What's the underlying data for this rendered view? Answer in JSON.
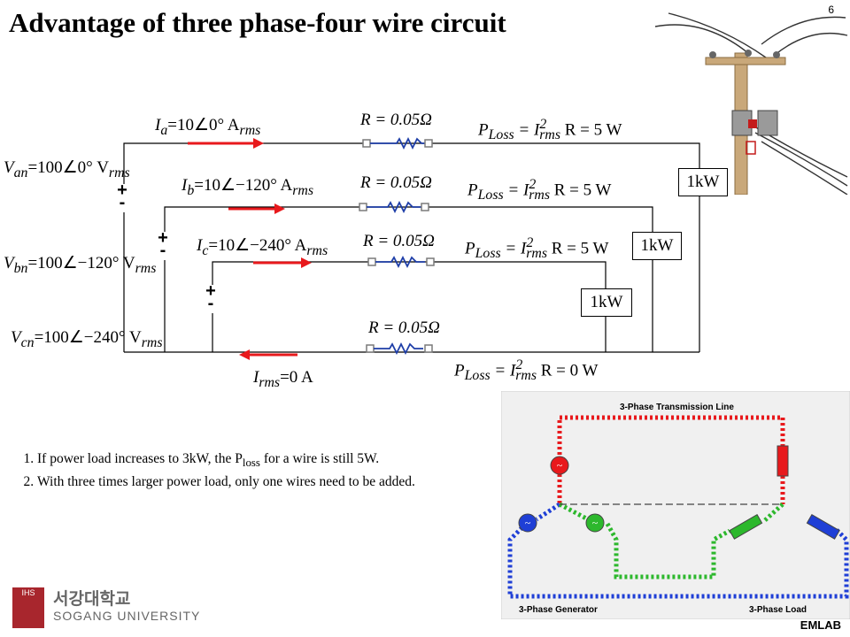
{
  "slide": {
    "title": "Advantage of three phase-four wire circuit",
    "page_number": "6",
    "lab": "EMLAB"
  },
  "circuit": {
    "sources": [
      {
        "label": "V_an = 100∠0° V_rms",
        "base": "V",
        "sub": "an",
        "value": "=100∠0° V",
        "unit_sub": "rms",
        "plus": "+",
        "minus": "-"
      },
      {
        "label": "V_bn = 100∠−120° V_rms",
        "base": "V",
        "sub": "bn",
        "value": "=100∠−120° V",
        "unit_sub": "rms",
        "plus": "+",
        "minus": "-"
      },
      {
        "label": "V_cn = 100∠−240° V_rms",
        "base": "V",
        "sub": "cn",
        "value": "=100∠−240° V",
        "unit_sub": "rms",
        "plus": "+",
        "minus": "-"
      }
    ],
    "currents": [
      {
        "base": "I",
        "sub": "a",
        "value": "=10∠0° A",
        "unit_sub": "rms"
      },
      {
        "base": "I",
        "sub": "b",
        "value": "=10∠−120° A",
        "unit_sub": "rms"
      },
      {
        "base": "I",
        "sub": "c",
        "value": "=10∠−240° A",
        "unit_sub": "rms"
      },
      {
        "base": "I",
        "sub": "rms",
        "value": "=0 A",
        "unit_sub": ""
      }
    ],
    "resistance": "R = 0.05Ω",
    "losses": [
      {
        "base": "P",
        "sub": "Loss",
        "mid": "= I",
        "mid_sup": "2",
        "mid_sub": "rms",
        "tail": "R = 5 W"
      },
      {
        "base": "P",
        "sub": "Loss",
        "mid": "= I",
        "mid_sup": "2",
        "mid_sub": "rms",
        "tail": "R = 5 W"
      },
      {
        "base": "P",
        "sub": "Loss",
        "mid": "= I",
        "mid_sup": "2",
        "mid_sub": "rms",
        "tail": "R = 5 W"
      },
      {
        "base": "P",
        "sub": "Loss",
        "mid": "= I",
        "mid_sup": "2",
        "mid_sub": "rms",
        "tail": "R = 0 W"
      }
    ],
    "loads": [
      "1kW",
      "1kW",
      "1kW"
    ],
    "colors": {
      "current_arrow": "#e8191c",
      "resistor": "#1e3ea8",
      "terminal": "#7a7a7a"
    }
  },
  "notes": [
    {
      "pre": "If power load increases to 3kW, the P",
      "sub": "loss",
      "post": " for a wire is still 5W."
    },
    {
      "pre": "With three times larger power load, only one wires need to be added.",
      "sub": "",
      "post": ""
    }
  ],
  "transmission_diagram": {
    "top_label": "3-Phase Transmission Line",
    "left_label": "3-Phase Generator",
    "right_label": "3-Phase Load",
    "colors": {
      "phase_a": "#e8191c",
      "phase_b": "#1f3fd6",
      "phase_c": "#2db82d",
      "neutral": "#555555"
    }
  },
  "logo": {
    "korean": "서강대학교",
    "english": "SOGANG UNIVERSITY",
    "emblem": "IHS"
  }
}
